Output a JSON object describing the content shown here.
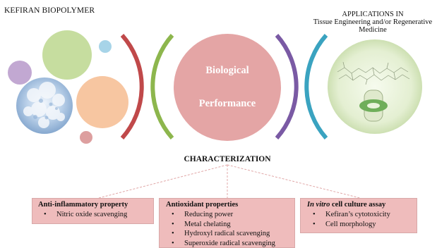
{
  "left_title": "KEFIRAN BIOPOLYMER",
  "right_title": {
    "line1": "APPLICATIONS IN",
    "line2": "Tissue Engineering and/or Regenerative",
    "line3": "Medicine"
  },
  "center": {
    "line1": "Biological",
    "line2": "Performance"
  },
  "characterization_label": "CHARACTERIZATION",
  "boxes": [
    {
      "title": "Anti-inflammatory property",
      "items": [
        "Nitric oxide scavenging"
      ]
    },
    {
      "title": "Antioxidant properties",
      "items": [
        "Reducing power",
        "Metal chelating",
        "Hydroxyl radical scavenging",
        "Superoxide radical scavenging"
      ]
    },
    {
      "title_italic": "In vitro",
      "title_rest": " cell culture assay",
      "items": [
        "Kefiran’s cytotoxicity",
        "Cell morphology"
      ]
    }
  ],
  "bullet": "•",
  "colors": {
    "center_circle": "#e4a5a5",
    "arc_red": "#c0494a",
    "arc_green": "#8db64d",
    "arc_purple": "#7a5aa4",
    "arc_teal": "#3aa3c0",
    "box_fill": "#efbcbc"
  }
}
